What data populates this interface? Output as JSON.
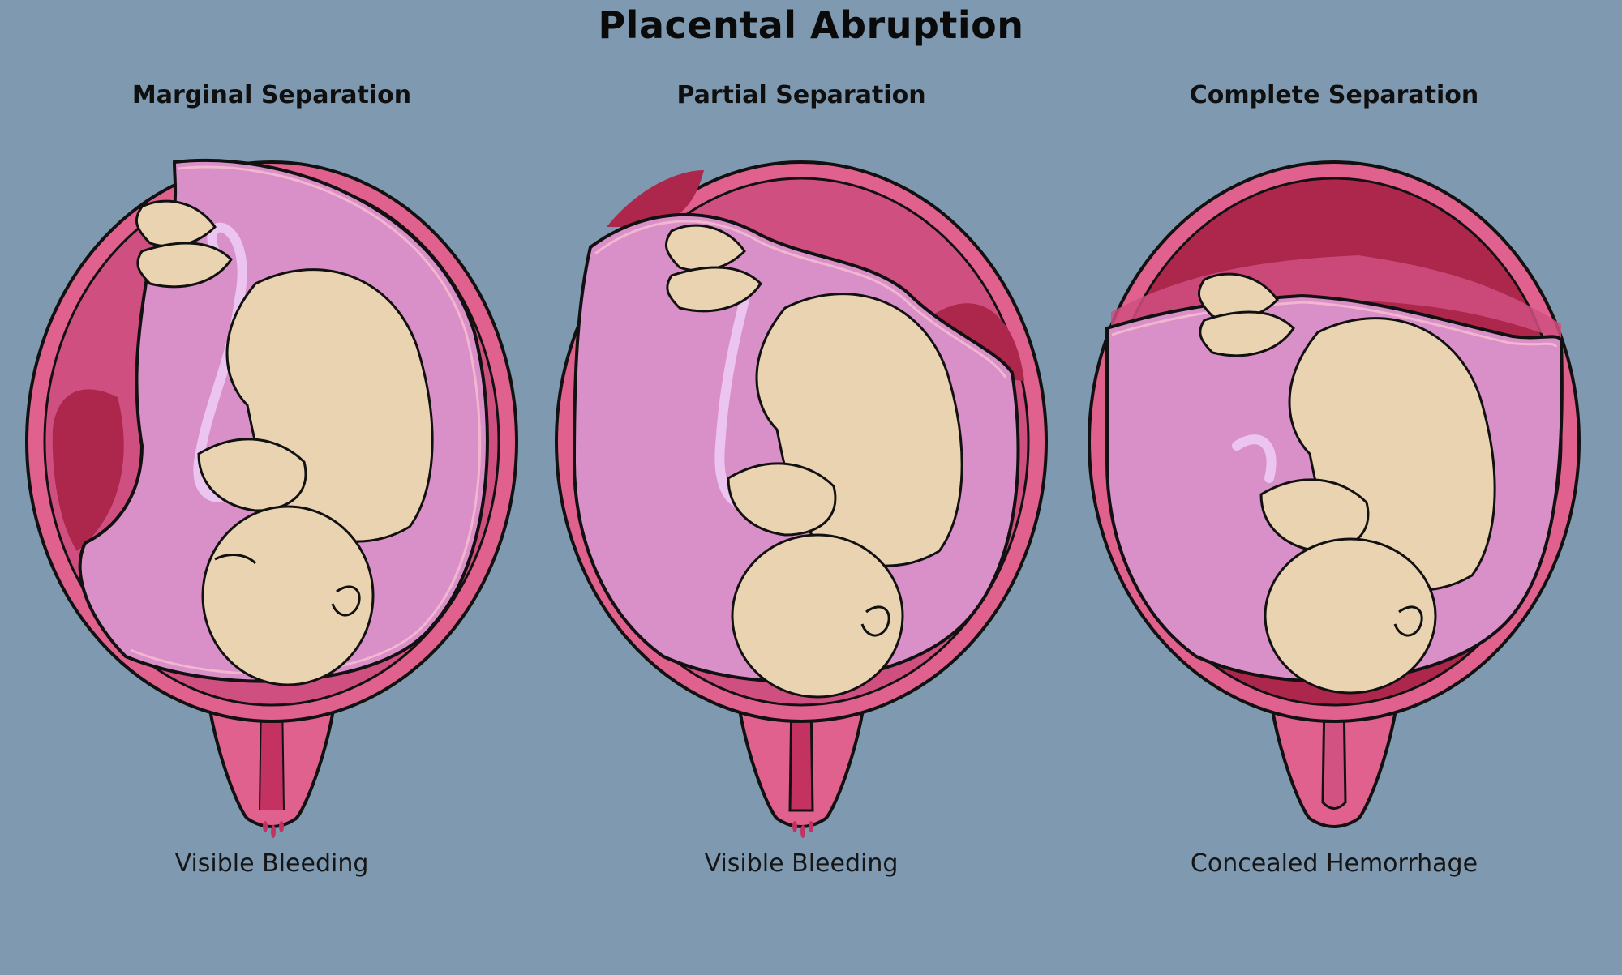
{
  "title": "Placental Abruption",
  "panels": [
    {
      "heading": "Marginal Separation",
      "caption": "Visible Bleeding",
      "bleeding": "visible"
    },
    {
      "heading": "Partial Separation",
      "caption": "Visible Bleeding",
      "bleeding": "visible"
    },
    {
      "heading": "Complete Separation",
      "caption": "Concealed Hemorrhage",
      "bleeding": "concealed"
    }
  ],
  "colors": {
    "background": "#7f99b0",
    "uterine_wall": "#e0608e",
    "placenta": "#cf5080",
    "hemorrhage": "#ad264c",
    "amniotic_fluid": "#d990c8",
    "fetus_skin": "#ead3b0",
    "outline": "#111111"
  }
}
